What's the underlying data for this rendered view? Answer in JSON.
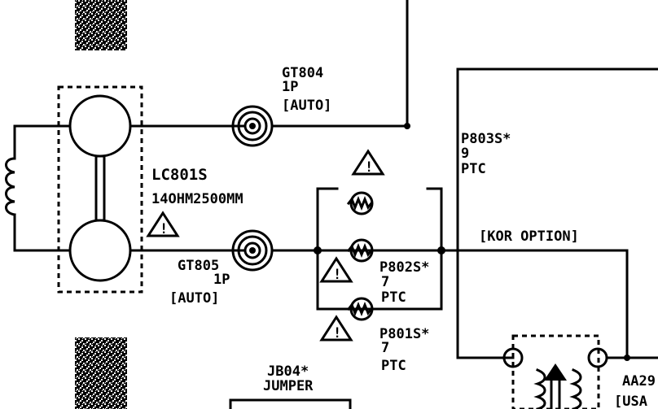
{
  "labels": {
    "gt804": [
      "GT804",
      "1P",
      "[AUTO]"
    ],
    "gt805": [
      "GT805",
      "1P",
      "[AUTO]"
    ],
    "lc801s": [
      "LC801S",
      "14OHM2500MM"
    ],
    "p803s": [
      "P803S*",
      "9",
      "PTC"
    ],
    "p802s": [
      "P802S*",
      "7",
      "PTC"
    ],
    "p801s": [
      "P801S*",
      "7",
      "PTC"
    ],
    "kor_option": "[KOR OPTION]",
    "jb04": [
      "JB04*",
      "JUMPER"
    ],
    "aa29": "AA29",
    "usa": "[USA"
  },
  "warning_symbol": "!",
  "icons": [
    "warning-triangle-icon",
    "ptc-thermistor-icon",
    "connector-jack-icon",
    "degaussing-coil-icon",
    "noise-pattern-icon"
  ],
  "colors": {
    "ink": "#000000",
    "paper": "#ffffff"
  }
}
